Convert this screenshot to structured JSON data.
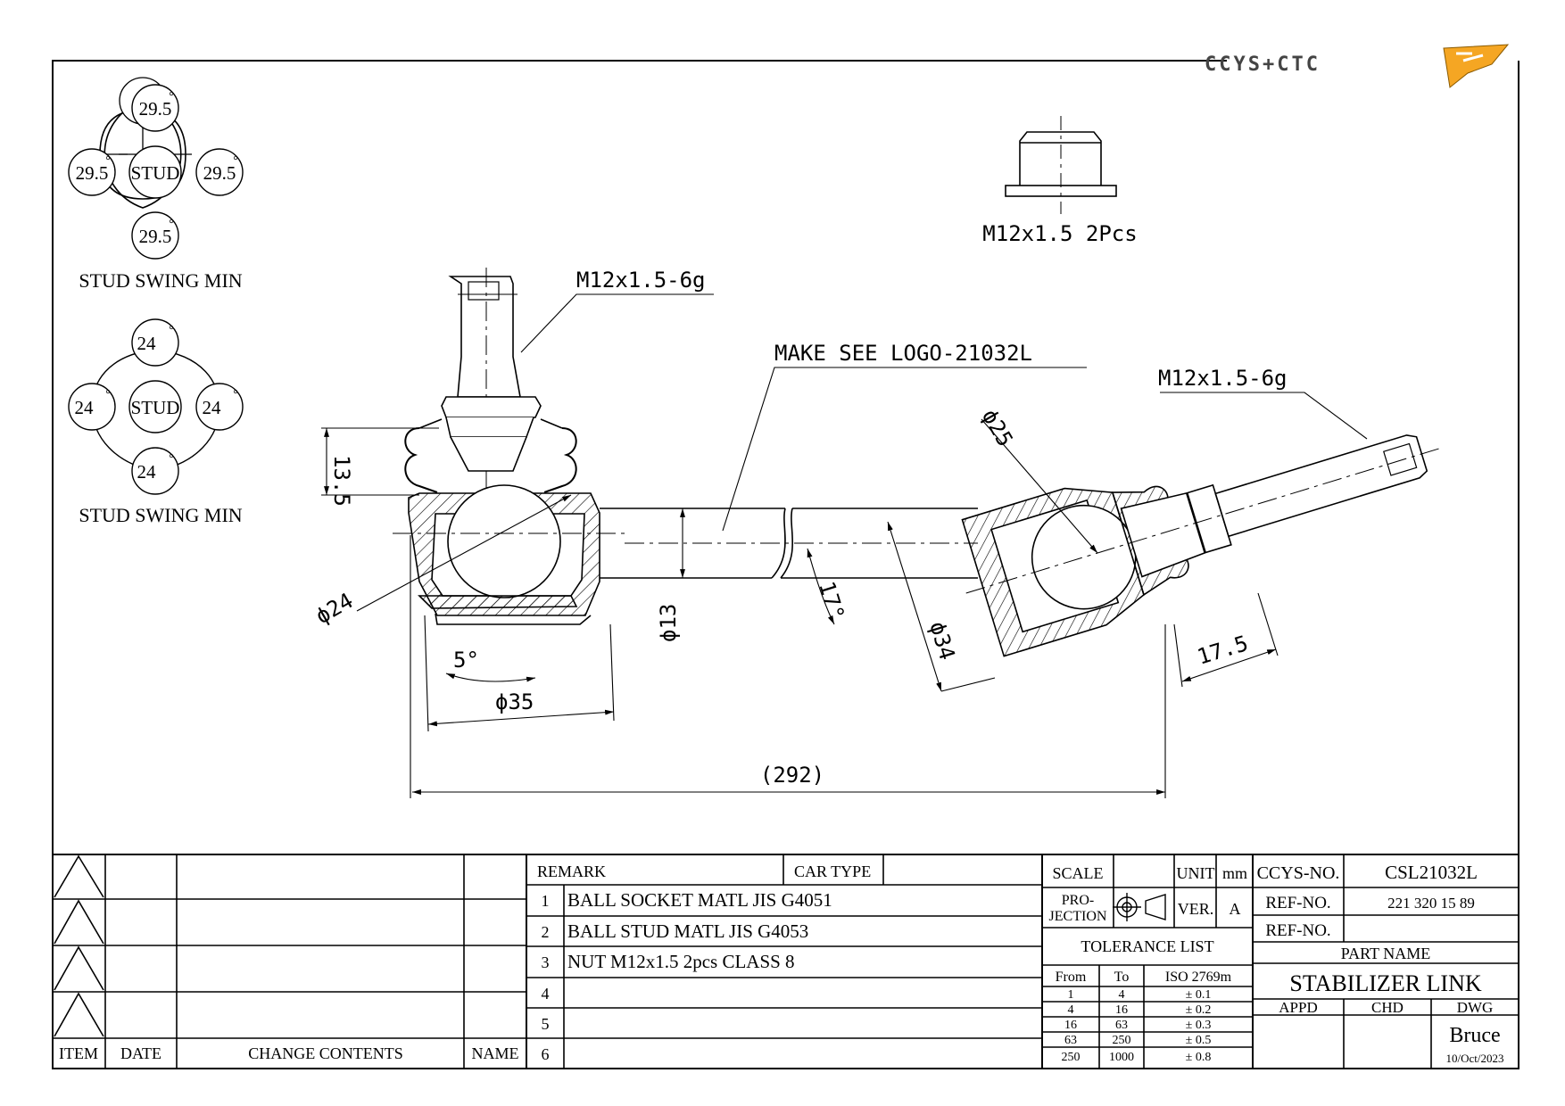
{
  "logo": {
    "text": "CCYS+CTC",
    "accent": "#f5a623"
  },
  "swing": {
    "top": {
      "center": "STUD",
      "values": [
        "29.5",
        "29.5",
        "29.5",
        "29.5"
      ],
      "unit": "°",
      "caption": "STUD SWING MIN"
    },
    "bottom": {
      "center": "STUD",
      "values": [
        "24",
        "24",
        "24",
        "24"
      ],
      "unit": "°",
      "caption": "STUD SWING MIN"
    }
  },
  "nut": {
    "label": "M12x1.5  2Pcs"
  },
  "dims": {
    "thread_left": "M12x1.5-6g",
    "logo_note": "MAKE  SEE  LOGO-21032L",
    "thread_right": "M12x1.5-6g",
    "h135": "13.5",
    "d24": "ϕ24",
    "ang5": "5°",
    "d35": "ϕ35",
    "d13": "ϕ13",
    "ang17": "17°",
    "d34": "ϕ34",
    "d25": "ϕ25",
    "l175": "17.5",
    "l292": "(292)"
  },
  "revision": {
    "headers": {
      "item": "ITEM",
      "date": "DATE",
      "change": "CHANGE CONTENTS",
      "name": "NAME"
    }
  },
  "remarks": {
    "header": "REMARK",
    "car_type_label": "CAR TYPE",
    "car_type": "",
    "items": [
      {
        "no": "1",
        "text": "BALL SOCKET MATL JIS G4051"
      },
      {
        "no": "2",
        "text": "BALL STUD MATL JIS G4053"
      },
      {
        "no": "3",
        "text": "NUT M12x1.5 2pcs CLASS 8"
      },
      {
        "no": "4",
        "text": ""
      },
      {
        "no": "5",
        "text": ""
      },
      {
        "no": "6",
        "text": ""
      }
    ]
  },
  "spec": {
    "scale_label": "SCALE",
    "scale": "",
    "unit_label": "UNIT",
    "unit": "mm",
    "projection_label": [
      "PRO-",
      "JECTION"
    ],
    "ver_label": "VER.",
    "ver": "A",
    "tolerance_title": "TOLERANCE LIST",
    "tolerance_headers": [
      "From",
      "To",
      "ISO 2769m"
    ],
    "tolerance_rows": [
      [
        "1",
        "4",
        "± 0.1"
      ],
      [
        "4",
        "16",
        "± 0.2"
      ],
      [
        "16",
        "63",
        "± 0.3"
      ],
      [
        "63",
        "250",
        "± 0.5"
      ],
      [
        "250",
        "1000",
        "± 0.8"
      ]
    ]
  },
  "title_block": {
    "ccys_no_label": "CCYS-NO.",
    "ccys_no": "CSL21032L",
    "ref1_label": "REF-NO.",
    "ref1": "221 320 15 89",
    "ref2_label": "REF-NO.",
    "ref2": "",
    "part_name_label": "PART NAME",
    "part_name": "STABILIZER LINK",
    "appd_label": "APPD",
    "chd_label": "CHD",
    "dwg_label": "DWG",
    "drawn_by": "Bruce",
    "date": "10/Oct/2023"
  }
}
